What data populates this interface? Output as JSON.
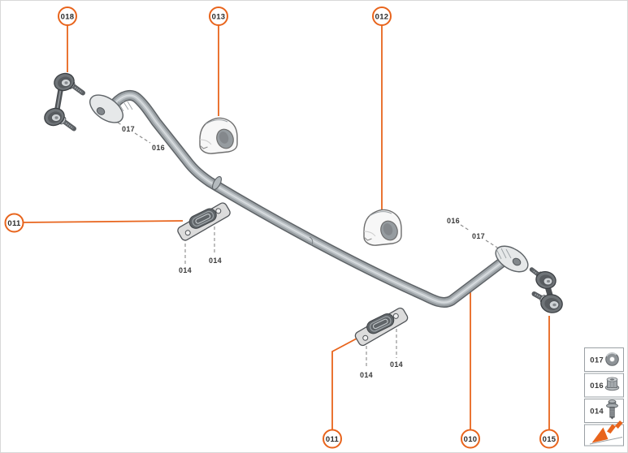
{
  "colors": {
    "accent": "#E8641C"
  },
  "balloons": {
    "b018": "018",
    "b013": "013",
    "b012": "012",
    "b011_left": "011",
    "b011_rear": "011",
    "b010": "010",
    "b015": "015"
  },
  "refs": {
    "ref_017_left": "017",
    "ref_016_left": "016",
    "ref_016_right": "016",
    "ref_017_right": "017",
    "ref_014_left_outer": "014",
    "ref_014_left_inner": "014",
    "ref_014_rear_outer": "014",
    "ref_014_rear_inner": "014"
  },
  "legend": {
    "rows": [
      {
        "label": "017",
        "icon": "washer-icon"
      },
      {
        "label": "016",
        "icon": "flange-nut-icon"
      },
      {
        "label": "014",
        "icon": "flange-bolt-icon"
      }
    ],
    "direction_icon": "direction-arrow-icon"
  }
}
